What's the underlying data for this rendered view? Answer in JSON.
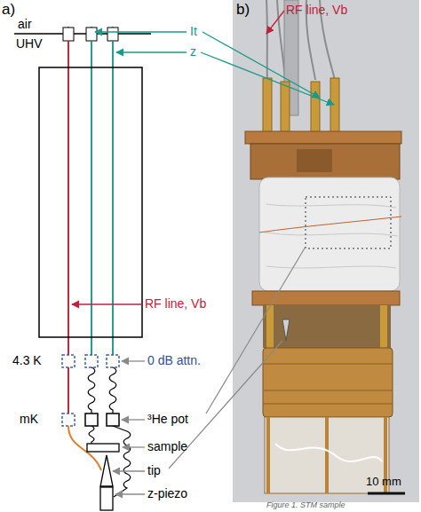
{
  "diagram": {
    "caption": "Figure 1. STM sample",
    "labels": [
      "a)",
      "b)",
      "air",
      "UHV",
      "RF line, Vb",
      "It",
      "z",
      "RF line, Vb",
      "4.3 K",
      "0 dB attn.",
      "mK",
      "³He pot",
      "sample",
      "tip",
      "z-piezo",
      "10 mm"
    ]
  }
}
